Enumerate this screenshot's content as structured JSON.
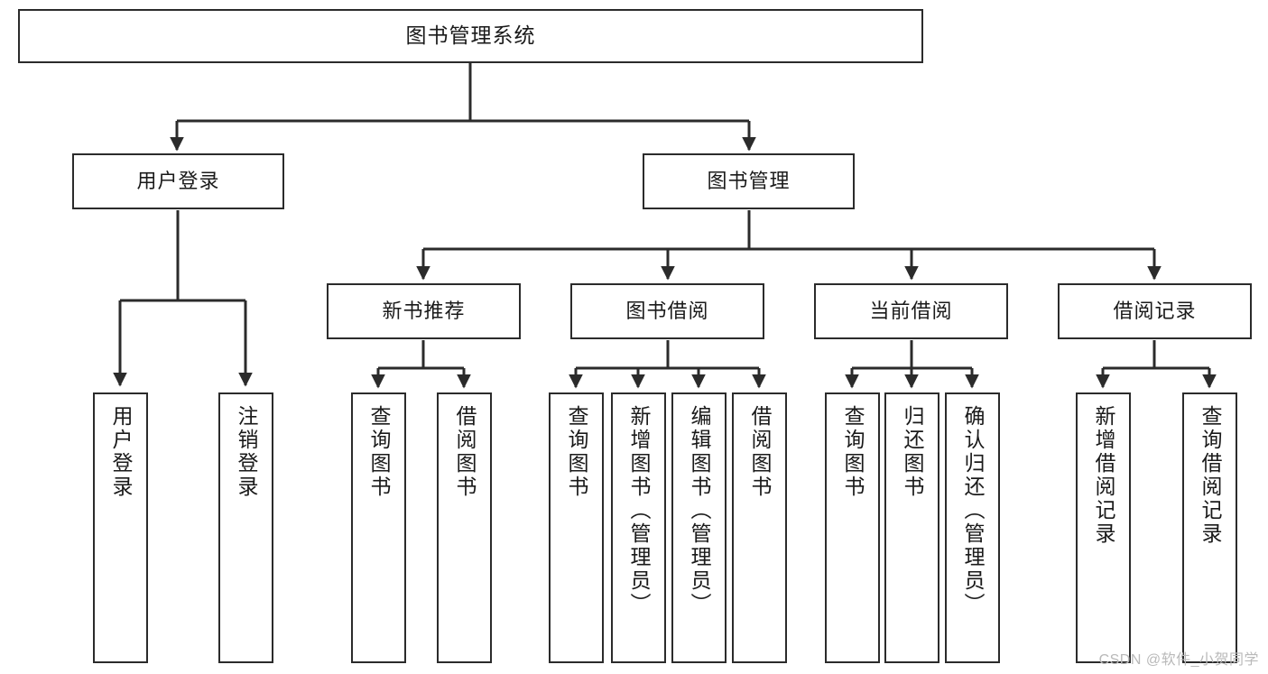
{
  "diagram": {
    "title": "图书管理系统",
    "watermark": "CSDN @软件_小贺同学",
    "colors": {
      "box_border": "#2b2b2b",
      "box_fill": "#ffffff",
      "connector": "#2b2b2b",
      "text": "#1a1a1a",
      "watermark": "#b9b9b9"
    },
    "levels": {
      "root": [
        "图书管理系统"
      ],
      "level2": [
        "用户登录",
        "图书管理"
      ],
      "level3": [
        "新书推荐",
        "图书借阅",
        "当前借阅",
        "借阅记录"
      ],
      "level4": [
        "用户登录",
        "注销登录",
        "查询图书",
        "借阅图书",
        "查询图书",
        "新增图书（管理员）",
        "编辑图书（管理员）",
        "借阅图书",
        "查询图书",
        "归还图书",
        "确认归还（管理员）",
        "新增借阅记录",
        "查询借阅记录"
      ]
    },
    "nodes": {
      "root": {
        "label": "图书管理系统"
      },
      "user_login": {
        "label": "用户登录"
      },
      "book_manage": {
        "label": "图书管理"
      },
      "new_book_rec": {
        "label": "新书推荐"
      },
      "book_borrow": {
        "label": "图书借阅"
      },
      "current_borrow": {
        "label": "当前借阅"
      },
      "borrow_record": {
        "label": "借阅记录"
      },
      "leaf_user_login": {
        "label": "用户登录"
      },
      "leaf_user_logout": {
        "label": "注销登录"
      },
      "leaf_query_book_1": {
        "label": "查询图书"
      },
      "leaf_borrow_book_1": {
        "label": "借阅图书"
      },
      "leaf_query_book_2": {
        "label": "查询图书"
      },
      "leaf_add_book": {
        "label": "新增图书（管理员）"
      },
      "leaf_edit_book": {
        "label": "编辑图书（管理员）"
      },
      "leaf_borrow_book_2": {
        "label": "借阅图书"
      },
      "leaf_query_book_3": {
        "label": "查询图书"
      },
      "leaf_return_book": {
        "label": "归还图书"
      },
      "leaf_confirm_return": {
        "label": "确认归还（管理员）"
      },
      "leaf_add_record": {
        "label": "新增借阅记录"
      },
      "leaf_query_record": {
        "label": "查询借阅记录"
      }
    },
    "edges": [
      {
        "from": "root",
        "to": "user_login"
      },
      {
        "from": "root",
        "to": "book_manage"
      },
      {
        "from": "user_login",
        "to": "leaf_user_login"
      },
      {
        "from": "user_login",
        "to": "leaf_user_logout"
      },
      {
        "from": "book_manage",
        "to": "new_book_rec"
      },
      {
        "from": "book_manage",
        "to": "book_borrow"
      },
      {
        "from": "book_manage",
        "to": "current_borrow"
      },
      {
        "from": "book_manage",
        "to": "borrow_record"
      },
      {
        "from": "new_book_rec",
        "to": "leaf_query_book_1"
      },
      {
        "from": "new_book_rec",
        "to": "leaf_borrow_book_1"
      },
      {
        "from": "book_borrow",
        "to": "leaf_query_book_2"
      },
      {
        "from": "book_borrow",
        "to": "leaf_add_book"
      },
      {
        "from": "book_borrow",
        "to": "leaf_edit_book"
      },
      {
        "from": "book_borrow",
        "to": "leaf_borrow_book_2"
      },
      {
        "from": "current_borrow",
        "to": "leaf_query_book_3"
      },
      {
        "from": "current_borrow",
        "to": "leaf_return_book"
      },
      {
        "from": "current_borrow",
        "to": "leaf_confirm_return"
      },
      {
        "from": "borrow_record",
        "to": "leaf_add_record"
      },
      {
        "from": "borrow_record",
        "to": "leaf_query_record"
      }
    ]
  }
}
